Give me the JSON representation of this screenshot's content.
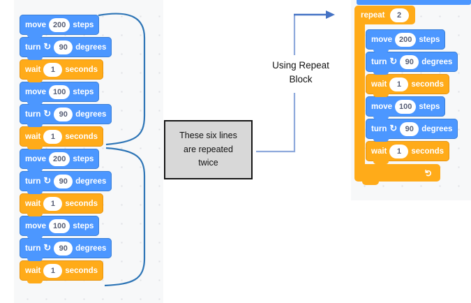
{
  "colors": {
    "motion_blue": "#4C97FF",
    "control_orange": "#FFAB19",
    "pill_text": "#575E75",
    "brace_blue": "#2E75B6",
    "connector_light_blue": "#8FAADC",
    "arrow_dark_blue": "#4472C4",
    "callout_fill": "#d8d8d8"
  },
  "left_stack": {
    "blocks": [
      {
        "type": "move",
        "label": "move",
        "value": "200",
        "unit": "steps"
      },
      {
        "type": "turn",
        "label": "turn",
        "icon": "↻",
        "value": "90",
        "unit": "degrees"
      },
      {
        "type": "wait",
        "label": "wait",
        "value": "1",
        "unit": "seconds"
      },
      {
        "type": "move",
        "label": "move",
        "value": "100",
        "unit": "steps"
      },
      {
        "type": "turn",
        "label": "turn",
        "icon": "↻",
        "value": "90",
        "unit": "degrees"
      },
      {
        "type": "wait",
        "label": "wait",
        "value": "1",
        "unit": "seconds"
      },
      {
        "type": "move",
        "label": "move",
        "value": "200",
        "unit": "steps"
      },
      {
        "type": "turn",
        "label": "turn",
        "icon": "↻",
        "value": "90",
        "unit": "degrees"
      },
      {
        "type": "wait",
        "label": "wait",
        "value": "1",
        "unit": "seconds"
      },
      {
        "type": "move",
        "label": "move",
        "value": "100",
        "unit": "steps"
      },
      {
        "type": "turn",
        "label": "turn",
        "icon": "↻",
        "value": "90",
        "unit": "degrees"
      },
      {
        "type": "wait",
        "label": "wait",
        "value": "1",
        "unit": "seconds"
      }
    ]
  },
  "callout": {
    "lines": [
      "These six lines",
      "are repeated",
      "twice"
    ]
  },
  "annotation": {
    "lines": [
      "Using Repeat",
      "Block"
    ]
  },
  "right_stack": {
    "repeat_label": "repeat",
    "repeat_value": "2",
    "loop_arrow_icon": "↻",
    "blocks": [
      {
        "type": "move",
        "label": "move",
        "value": "200",
        "unit": "steps"
      },
      {
        "type": "turn",
        "label": "turn",
        "icon": "↻",
        "value": "90",
        "unit": "degrees"
      },
      {
        "type": "wait",
        "label": "wait",
        "value": "1",
        "unit": "seconds"
      },
      {
        "type": "move",
        "label": "move",
        "value": "100",
        "unit": "steps"
      },
      {
        "type": "turn",
        "label": "turn",
        "icon": "↻",
        "value": "90",
        "unit": "degrees"
      },
      {
        "type": "wait",
        "label": "wait",
        "value": "1",
        "unit": "seconds"
      }
    ]
  }
}
